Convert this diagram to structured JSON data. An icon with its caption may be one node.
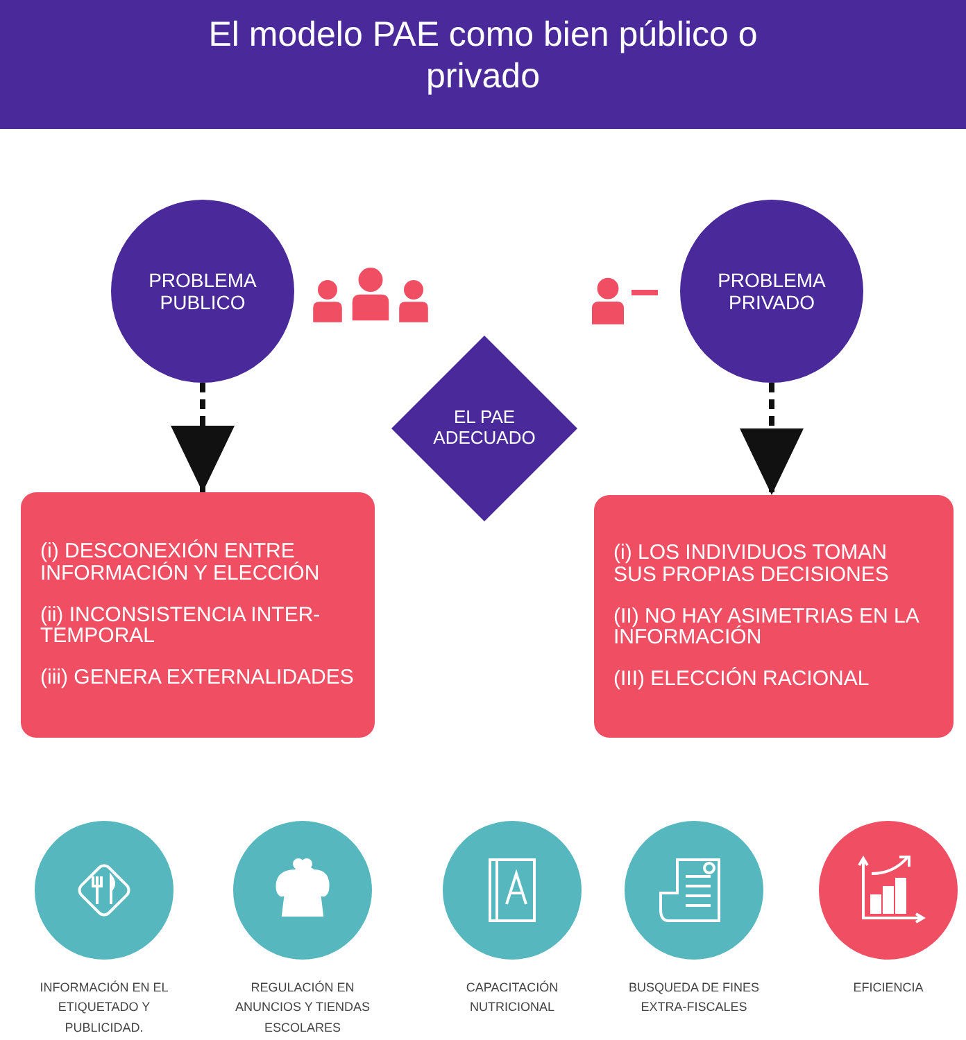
{
  "diagram": {
    "title": "El modelo PAE como bien público o privado",
    "nodes": [
      {
        "text": [
          "PROBLEMA PUBLICO"
        ]
      },
      {
        "text": [
          "PROBLEMA PRIVADO"
        ]
      },
      {
        "text": [
          "EL PAE ADECUADO"
        ]
      },
      {
        "text": [
          "(i) DESCONEXIÓN ENTRE INFORMACIÓN Y ELECCIÓN",
          "(ii) INCONSISTENCIA INTER-TEMPORAL",
          "(iii) GENERA EXTERNALIDADES"
        ]
      },
      {
        "text": [
          "(i) LOS INDIVIDUOS TOMAN SUS PROPIAS DECISIONES",
          "(II) NO HAY ASIMETRIAS EN LA INFORMACIÓN",
          "(III) ELECCIÓN RACIONAL"
        ]
      }
    ],
    "edges": [
      {
        "from": 0,
        "to": 3,
        "arrow": "to",
        "style": "dashed"
      },
      {
        "from": 1,
        "to": 4,
        "arrow": "to",
        "style": "dashed"
      }
    ],
    "labels": [
      "INFORMACIÓN EN EL ETIQUETADO Y PUBLICIDAD.",
      "REGULACIÓN EN ANUNCIOS Y TIENDAS ESCOLARES",
      "CAPACITACIÓN NUTRICIONAL",
      "BUSQUEDA DE FINES EXTRA-FISCALES",
      "EFICIENCIA"
    ]
  }
}
